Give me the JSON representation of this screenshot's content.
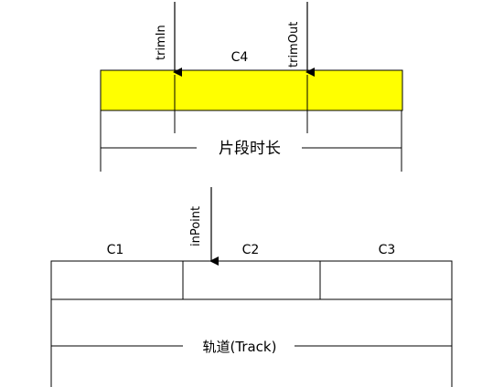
{
  "clip": {
    "label": "C4",
    "fill_color": "#ffff00",
    "duration_label": "片段时长"
  },
  "markers": {
    "trim_in": "trimIn",
    "trim_out": "trimOut",
    "in_point": "inPoint"
  },
  "track": {
    "clips": [
      {
        "label": "C1"
      },
      {
        "label": "C2"
      },
      {
        "label": "C3"
      }
    ],
    "label": "轨道(Track)"
  }
}
